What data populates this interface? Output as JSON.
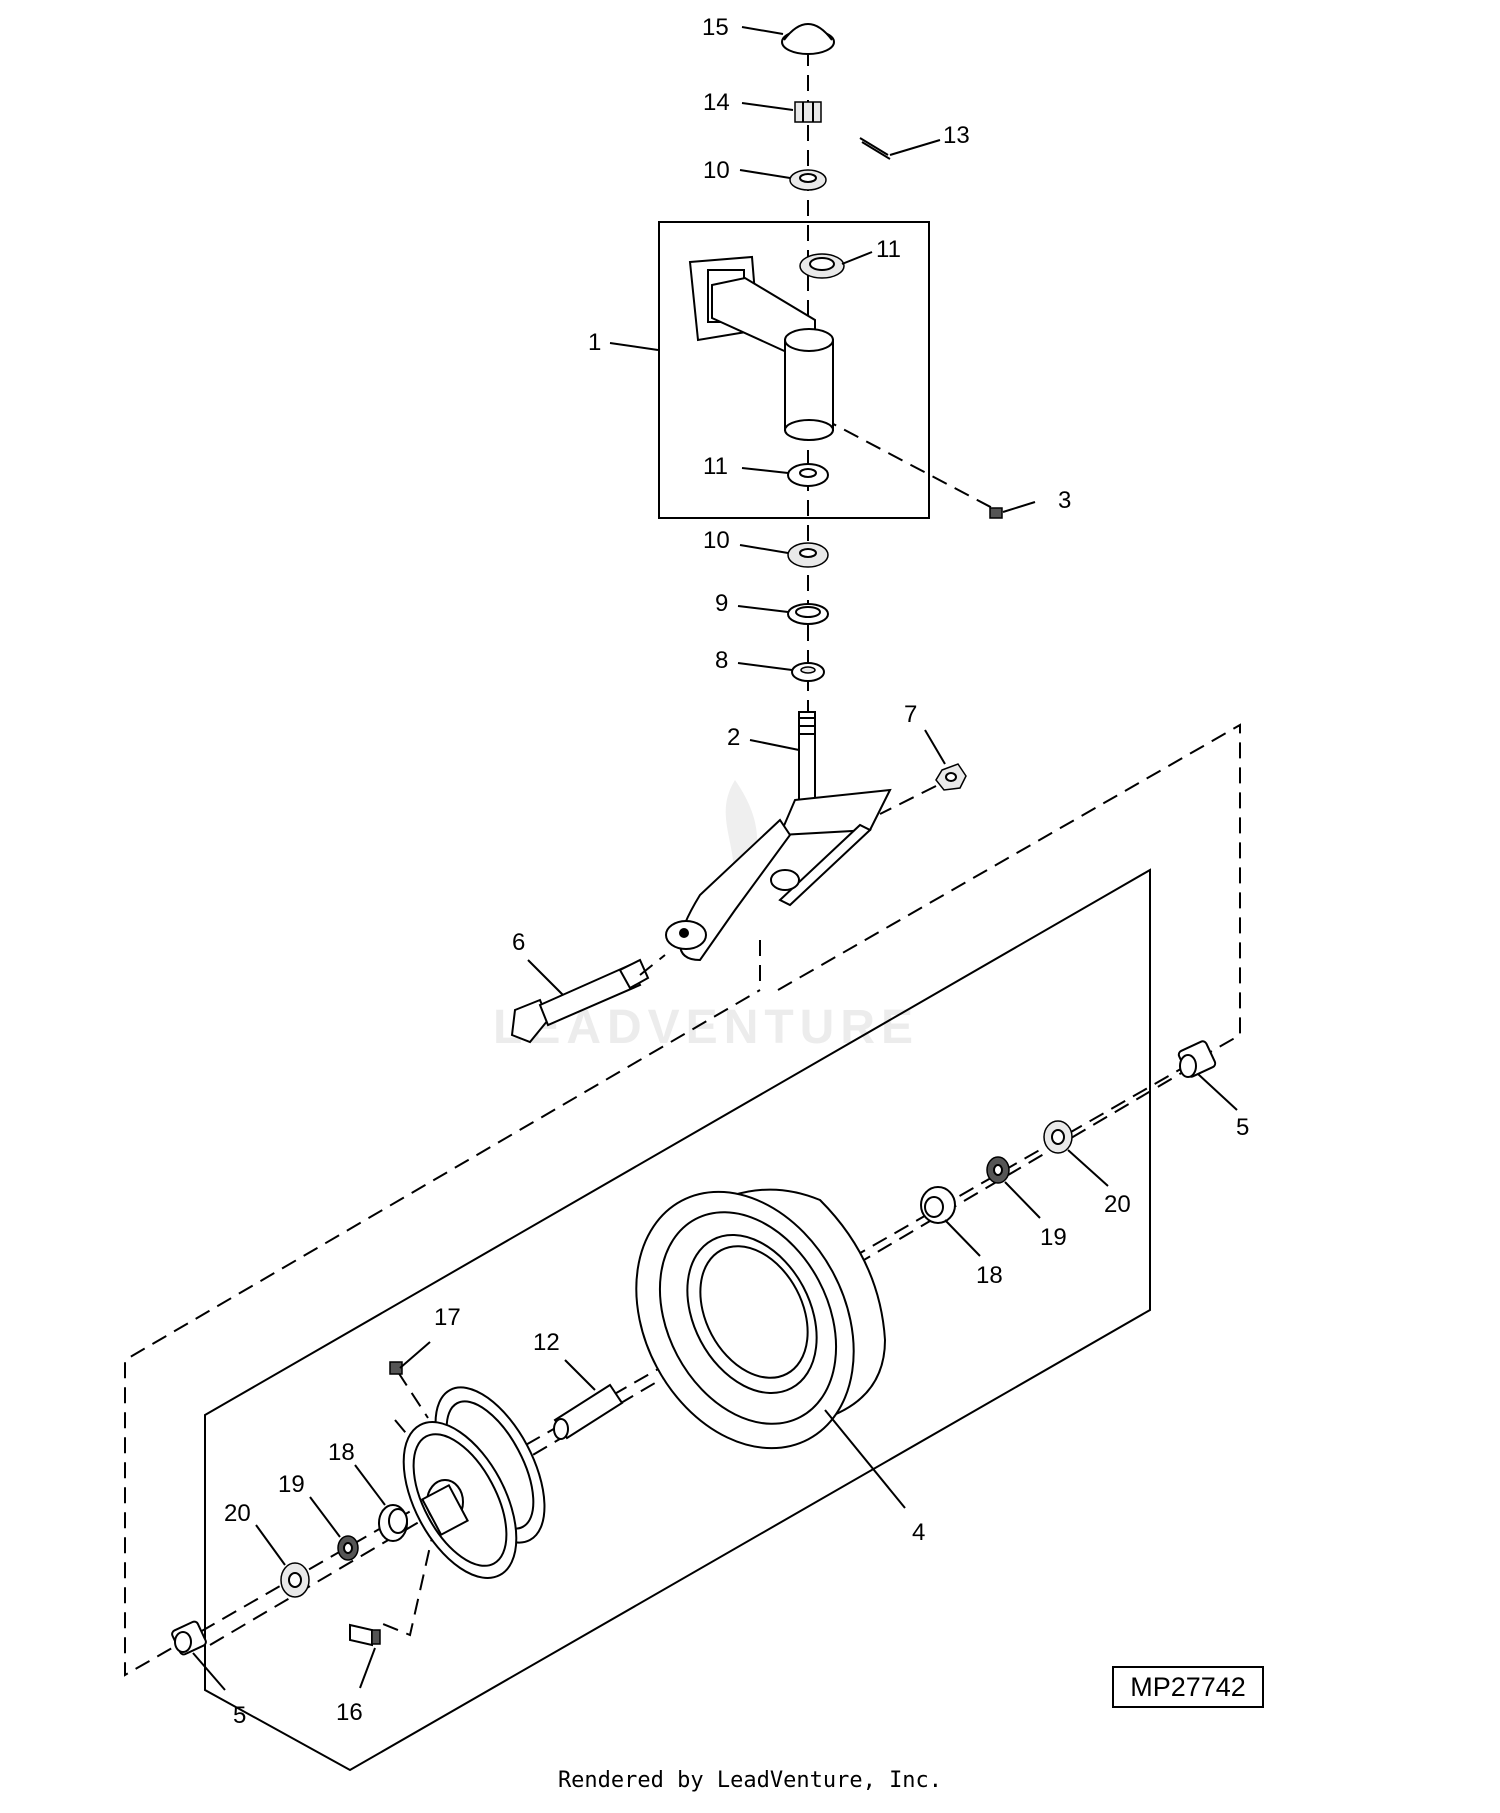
{
  "diagram": {
    "id_box": "MP27742",
    "footer": "Rendered by LeadVenture, Inc.",
    "watermark": "LEADVENTURE",
    "callouts": [
      "15",
      "14",
      "13",
      "10",
      "11",
      "1",
      "11",
      "3",
      "10",
      "9",
      "8",
      "2",
      "7",
      "6",
      "5",
      "20",
      "19",
      "18",
      "4",
      "17",
      "12",
      "18",
      "19",
      "20",
      "5",
      "16"
    ]
  }
}
